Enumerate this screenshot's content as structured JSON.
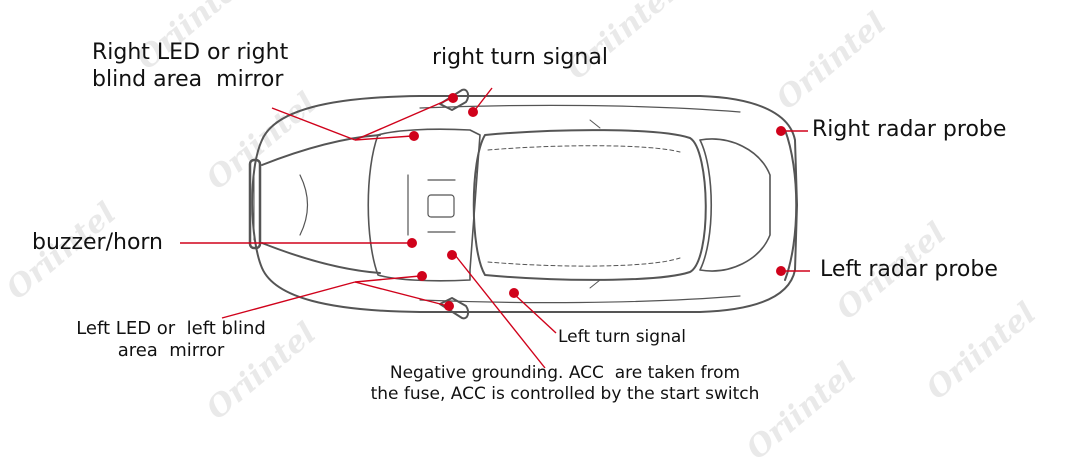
{
  "watermark": {
    "text": "Oriintel",
    "color": "#e9e9e9"
  },
  "colors": {
    "callout_dot": "#d0021b",
    "leader_line": "#d0021b",
    "car_outline": "#555555"
  },
  "labels": {
    "right_mirror": "Right LED or right\nblind area  mirror",
    "right_turn_signal": "right turn signal",
    "right_radar_probe": "Right radar probe",
    "buzzer_horn": "buzzer/horn",
    "left_radar_probe": "Left radar probe",
    "left_mirror": "Left LED or  left blind\narea  mirror",
    "left_turn_signal": "Left turn signal",
    "grounding_note": "Negative grounding. ACC  are taken from\nthe fuse, ACC is controlled by the start switch"
  }
}
